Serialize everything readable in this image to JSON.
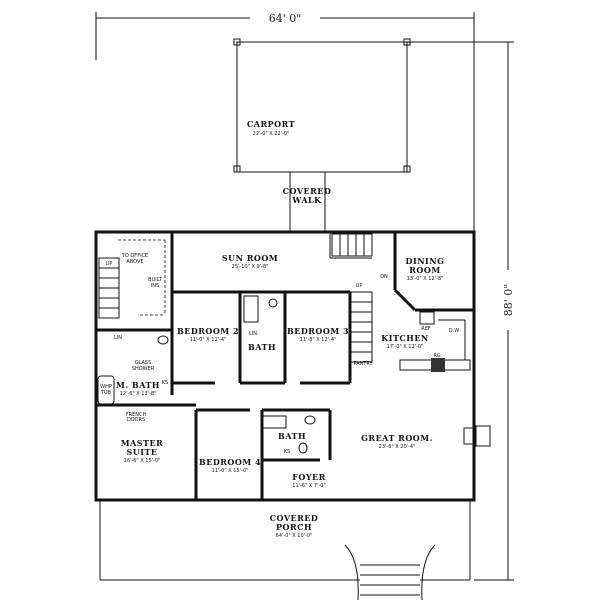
{
  "dimensions": {
    "width": "64' 0\"",
    "depth": "88' 0\""
  },
  "rooms": {
    "carport": {
      "name": "CARPORT",
      "size": "22'-0\" X 22'-0\""
    },
    "covered_walk": {
      "line1": "COVERED",
      "line2": "WALK"
    },
    "sun_room": {
      "name": "SUN ROOM",
      "size": "25'-10\" X 9'-8\""
    },
    "dining_room": {
      "line1": "DINING",
      "line2": "ROOM",
      "size": "13'-0\" X 12'-8\""
    },
    "bedroom2": {
      "name": "BEDROOM 2",
      "size": "11'-0\" X 12'-4\""
    },
    "bedroom3": {
      "name": "BEDROOM 3",
      "size": "11'-8\" X 12'-4\""
    },
    "kitchen": {
      "name": "KITCHEN",
      "size": "17'-0\" X 12'-0\""
    },
    "m_bath": {
      "name": "M. BATH",
      "size": "12'-6\" X 13'-8\""
    },
    "master_suite": {
      "line1": "MASTER",
      "line2": "SUITE",
      "size": "16'-6\" X 15'-0\""
    },
    "bedroom4": {
      "name": "BEDROOM 4",
      "size": "11'-0\" X 15'-0\""
    },
    "bath_upper": {
      "name": "BATH"
    },
    "bath_lower": {
      "name": "BATH"
    },
    "foyer": {
      "name": "FOYER",
      "size": "11'-6\" X 7'-0\""
    },
    "great_room": {
      "name": "GREAT ROOM.",
      "size": "23'-6\" X 20'-4\""
    },
    "covered_porch": {
      "line1": "COVERED",
      "line2": "PORCH",
      "size": "64'-0\" X 10'-0\""
    }
  },
  "notes": {
    "to_office_1": "TO OFFICE",
    "to_office_2": "ABOVE",
    "built_ins_1": "BUILT",
    "built_ins_2": "INS",
    "up_left": "UP",
    "up_center": "UP",
    "dn": "DN",
    "lin_left": "LIN",
    "lin_center": "LIN",
    "glass_shower_1": "GLASS",
    "glass_shower_2": "SHOWER",
    "whp_tub_1": "WHP",
    "whp_tub_2": "TUB",
    "ks_mbath": "KS",
    "ks_bath": "KS",
    "french_doors_1": "FRENCH",
    "french_doors_2": "DOORS",
    "ref": "REF",
    "dw": "D.W",
    "rg": "RG",
    "pantry": "PANTRY"
  }
}
